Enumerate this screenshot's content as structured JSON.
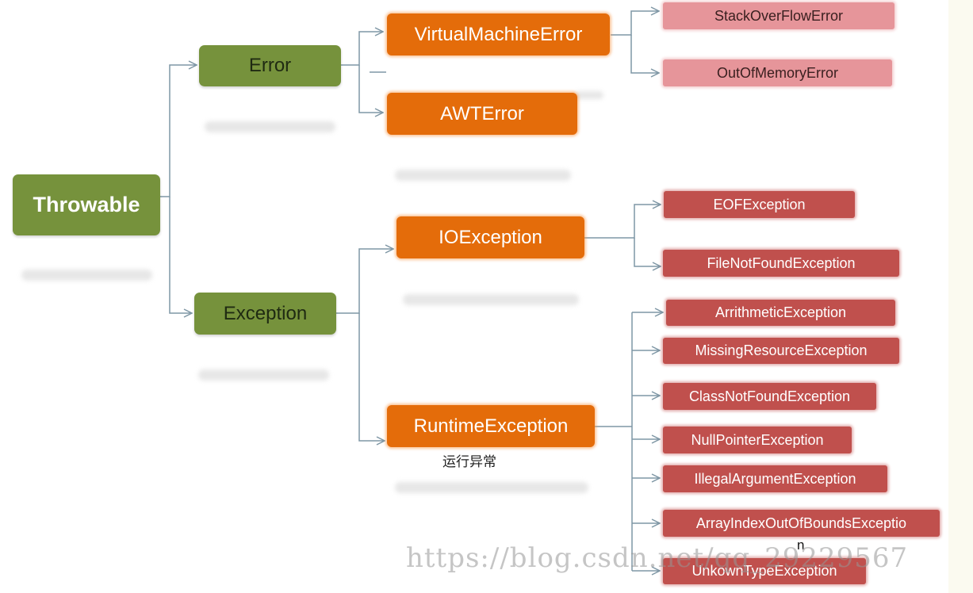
{
  "colors": {
    "root_green": "#76923c",
    "orange": "#e46c0a",
    "pink": "#e6959a",
    "red": "#c0504d",
    "connector": "#7f97a5"
  },
  "nodes": {
    "throwable": "Throwable",
    "error": "Error",
    "exception": "Exception",
    "virtual_machine_error": "VirtualMachineError",
    "awt_error": "AWTError",
    "stack_overflow_error": "StackOverFlowError",
    "out_of_memory_error": "OutOfMemoryError",
    "io_exception": "IOException",
    "eof_exception": "EOFException",
    "file_not_found_exception": "FileNotFoundException",
    "runtime_exception": "RuntimeException",
    "arithmetic_exception": "ArrithmeticException",
    "missing_resource_exception": "MissingResourceException",
    "class_not_found_exception": "ClassNotFoundException",
    "null_pointer_exception": "NullPointerException",
    "illegal_argument_exception": "IllegalArgumentException",
    "array_index_exception": "ArrayIndexOutOfBoundsExceptio",
    "array_index_overflow": "n",
    "unknown_type_exception": "UnkownTypeException"
  },
  "annotations": {
    "runtime_note": "运行异常"
  },
  "watermark": "https://blog.csdn.net/qq_29229567"
}
